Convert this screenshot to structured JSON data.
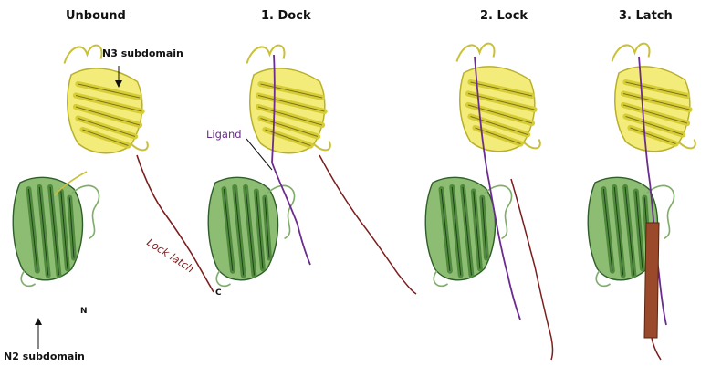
{
  "panels": [
    {
      "title": "Unbound"
    },
    {
      "title": "1. Dock"
    },
    {
      "title": "2. Lock"
    },
    {
      "title": "3. Latch"
    }
  ],
  "annotations": {
    "n3_subdomain": "N3 subdomain",
    "n2_subdomain": "N2 subdomain",
    "ligand": "Ligand",
    "lock_latch": "Lock latch",
    "n_terminus": "N",
    "c_terminus": "C"
  },
  "colors": {
    "n3_domain": "#e8e04a",
    "n3_domain_dark": "#b9b02a",
    "n2_domain": "#5f9a4a",
    "n2_domain_dark": "#2f5e2a",
    "ligand": "#6a2c8e",
    "latch": "#7b1e1e",
    "latch_strand": "#8b3a1e"
  }
}
